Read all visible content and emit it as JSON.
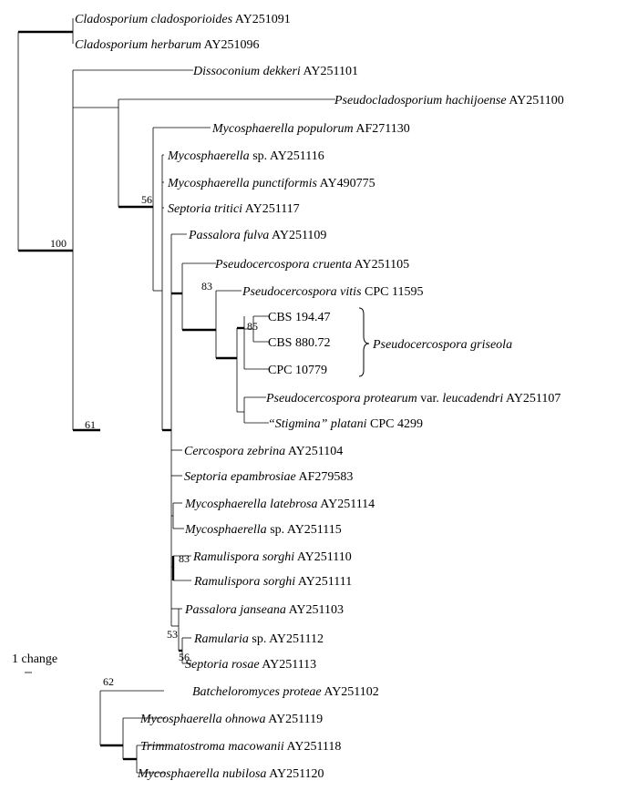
{
  "taxa": [
    {
      "name": "Cladosporium cladosporioides",
      "acc": "AY251091"
    },
    {
      "name": "Cladosporium herbarum",
      "acc": "AY251096"
    },
    {
      "name": "Dissoconium dekkeri",
      "acc": "AY251101"
    },
    {
      "name": "Pseudocladosporium hachijoense",
      "acc": "AY251100"
    },
    {
      "name": "Mycosphaerella populorum",
      "acc": "AF271130"
    },
    {
      "name": "Mycosphaerella",
      "qual": "sp.",
      "acc": "AY251116"
    },
    {
      "name": "Mycosphaerella punctiformis",
      "acc": "AY490775"
    },
    {
      "name": "Septoria tritici",
      "acc": "AY251117"
    },
    {
      "name": "Passalora fulva",
      "acc": "AY251109"
    },
    {
      "name": "Pseudocercospora cruenta",
      "acc": "AY251105"
    },
    {
      "name": "Pseudocercospora vitis",
      "acc": "CPC 11595"
    },
    {
      "name": "",
      "acc": "CBS 194.47"
    },
    {
      "name": "",
      "acc": "CBS 880.72"
    },
    {
      "name": "",
      "acc": "CPC 10779"
    },
    {
      "name": "Pseudocercospora protearum",
      "qual": "var.",
      "name2": "leucadendri",
      "acc": "AY251107"
    },
    {
      "name": "“Stigmina” platani",
      "acc": "CPC 4299"
    },
    {
      "name": "Cercospora zebrina",
      "acc": "AY251104"
    },
    {
      "name": "Septoria epambrosiae",
      "acc": "AF279583"
    },
    {
      "name": "Mycosphaerella latebrosa",
      "acc": "AY251114"
    },
    {
      "name": "Mycosphaerella",
      "qual": "sp.",
      "acc": "AY251115"
    },
    {
      "name": "Ramulispora sorghi",
      "acc": "AY251110"
    },
    {
      "name": "Ramulispora sorghi",
      "acc": "AY251111"
    },
    {
      "name": "Passalora janseana",
      "acc": "AY251103"
    },
    {
      "name": "Ramularia",
      "qual": "sp.",
      "acc": "AY251112"
    },
    {
      "name": "Septoria rosae",
      "acc": "AY251113"
    },
    {
      "name": "Batcheloromyces proteae",
      "acc": "AY251102"
    },
    {
      "name": "Mycosphaerella ohnowa",
      "acc": "AY251119"
    },
    {
      "name": "Trimmatostroma macowanii",
      "acc": "AY251118"
    },
    {
      "name": "Mycosphaerella nubilosa",
      "acc": "AY251120"
    }
  ],
  "bootstrap": [
    "100",
    "56",
    "83",
    "85",
    "61",
    "83",
    "53",
    "56",
    "62"
  ],
  "clade_label": "Pseudocercospora griseola",
  "scale_label": "1 change"
}
